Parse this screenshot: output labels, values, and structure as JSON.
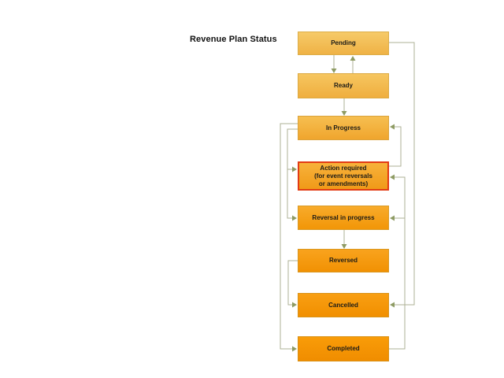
{
  "title": "Revenue Plan Status",
  "colors": {
    "background": "#ffffff",
    "line": "#aeb194",
    "arrowhead": "#8e9b63",
    "highlight_border": "#e23b14",
    "label_text": "#1c1b17"
  },
  "diagram": {
    "nodes": [
      {
        "id": "pending",
        "label": "Pending",
        "fill_top": "#f6ca69",
        "fill_bottom": "#efb245",
        "border": "#dcae49",
        "highlighted": false
      },
      {
        "id": "ready",
        "label": "Ready",
        "fill_top": "#f6c660",
        "fill_bottom": "#efae3e",
        "border": "#dcaa44",
        "highlighted": false
      },
      {
        "id": "inprogress",
        "label": "In Progress",
        "fill_top": "#f6bf51",
        "fill_bottom": "#f0a52d",
        "border": "#dba33c",
        "highlighted": false
      },
      {
        "id": "actionrequired",
        "label": "Action required\n(for event reversals\nor amendments)",
        "fill_top": "#f7b23b",
        "fill_bottom": "#f09a18",
        "border": "#e23b14",
        "highlighted": true
      },
      {
        "id": "reversalinprogress",
        "label": "Reversal in progress",
        "fill_top": "#f8ab2b",
        "fill_bottom": "#f29607",
        "border": "#d99b26",
        "highlighted": false
      },
      {
        "id": "reversed",
        "label": "Reversed",
        "fill_top": "#f9a31d",
        "fill_bottom": "#f19103",
        "border": "#d99620",
        "highlighted": false
      },
      {
        "id": "cancelled",
        "label": "Cancelled",
        "fill_top": "#f99f12",
        "fill_bottom": "#f18f00",
        "border": "#d9931a",
        "highlighted": false
      },
      {
        "id": "completed",
        "label": "Completed",
        "fill_top": "#f99c08",
        "fill_bottom": "#f08d00",
        "border": "#d99014",
        "highlighted": false
      }
    ],
    "edges": [
      {
        "from": "Pending",
        "to": "Ready"
      },
      {
        "from": "Ready",
        "to": "Pending"
      },
      {
        "from": "Ready",
        "to": "In Progress"
      },
      {
        "from": "Action required (for event reversals or amendments)",
        "to": "In Progress"
      },
      {
        "from": "In Progress",
        "to": "Action required (for event reversals or amendments)"
      },
      {
        "from": "In Progress",
        "to": "Reversal in progress"
      },
      {
        "from": "In Progress",
        "to": "Completed"
      },
      {
        "from": "Completed",
        "to": "Action required (for event reversals or amendments)"
      },
      {
        "from": "Completed",
        "to": "Reversal in progress"
      },
      {
        "from": "Reversal in progress",
        "to": "Reversed"
      },
      {
        "from": "Reversed",
        "to": "Cancelled"
      },
      {
        "from": "Pending",
        "to": "Cancelled"
      }
    ]
  }
}
